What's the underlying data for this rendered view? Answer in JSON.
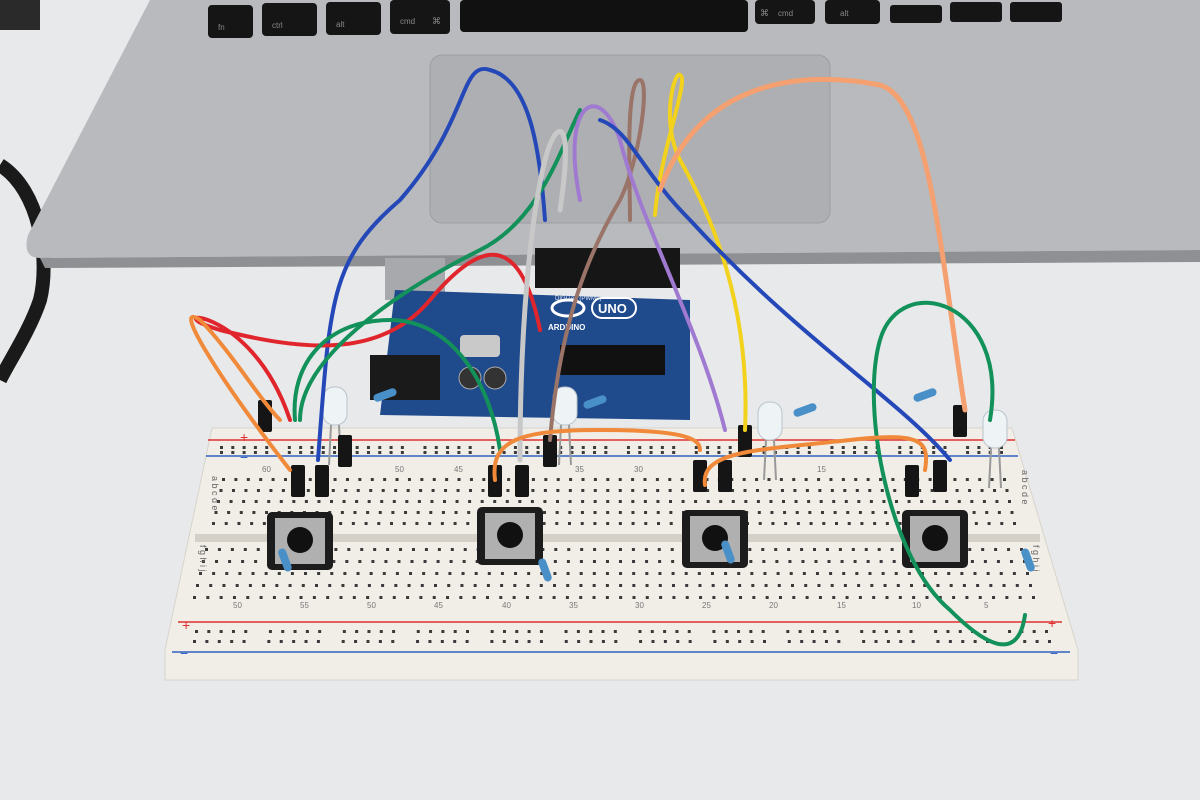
{
  "keyboard": {
    "keys": [
      "fn",
      "ctrl",
      "alt",
      "cmd",
      "cmd",
      "alt"
    ],
    "cmd_symbol": "⌘"
  },
  "arduino": {
    "brand": "ARDUINO",
    "model": "UNO",
    "header_label": "DIGITAL (PWM~)"
  },
  "breadboard": {
    "rows_top": "a b c d e",
    "rows_bottom": "f g h i j",
    "plus": "+",
    "minus": "−",
    "top_numbers": [
      "60",
      "50",
      "45",
      "35",
      "30",
      "15"
    ],
    "bottom_numbers": [
      "50",
      "55",
      "50",
      "45",
      "40",
      "35",
      "30",
      "25",
      "20",
      "15",
      "10",
      "5"
    ]
  },
  "colors": {
    "background": "#e6e7e9",
    "laptop": "#b9bbbe",
    "board": "#1f4a8c",
    "breadboard": "#f2efe9",
    "wire_blue": "#2448b8",
    "wire_red": "#e0262c",
    "wire_orange": "#f08a3a",
    "wire_green": "#13915a",
    "wire_yellow": "#f2d21c",
    "wire_purple": "#a07ad0",
    "wire_brown": "#9a7468",
    "wire_gray": "#c8c8c8"
  }
}
